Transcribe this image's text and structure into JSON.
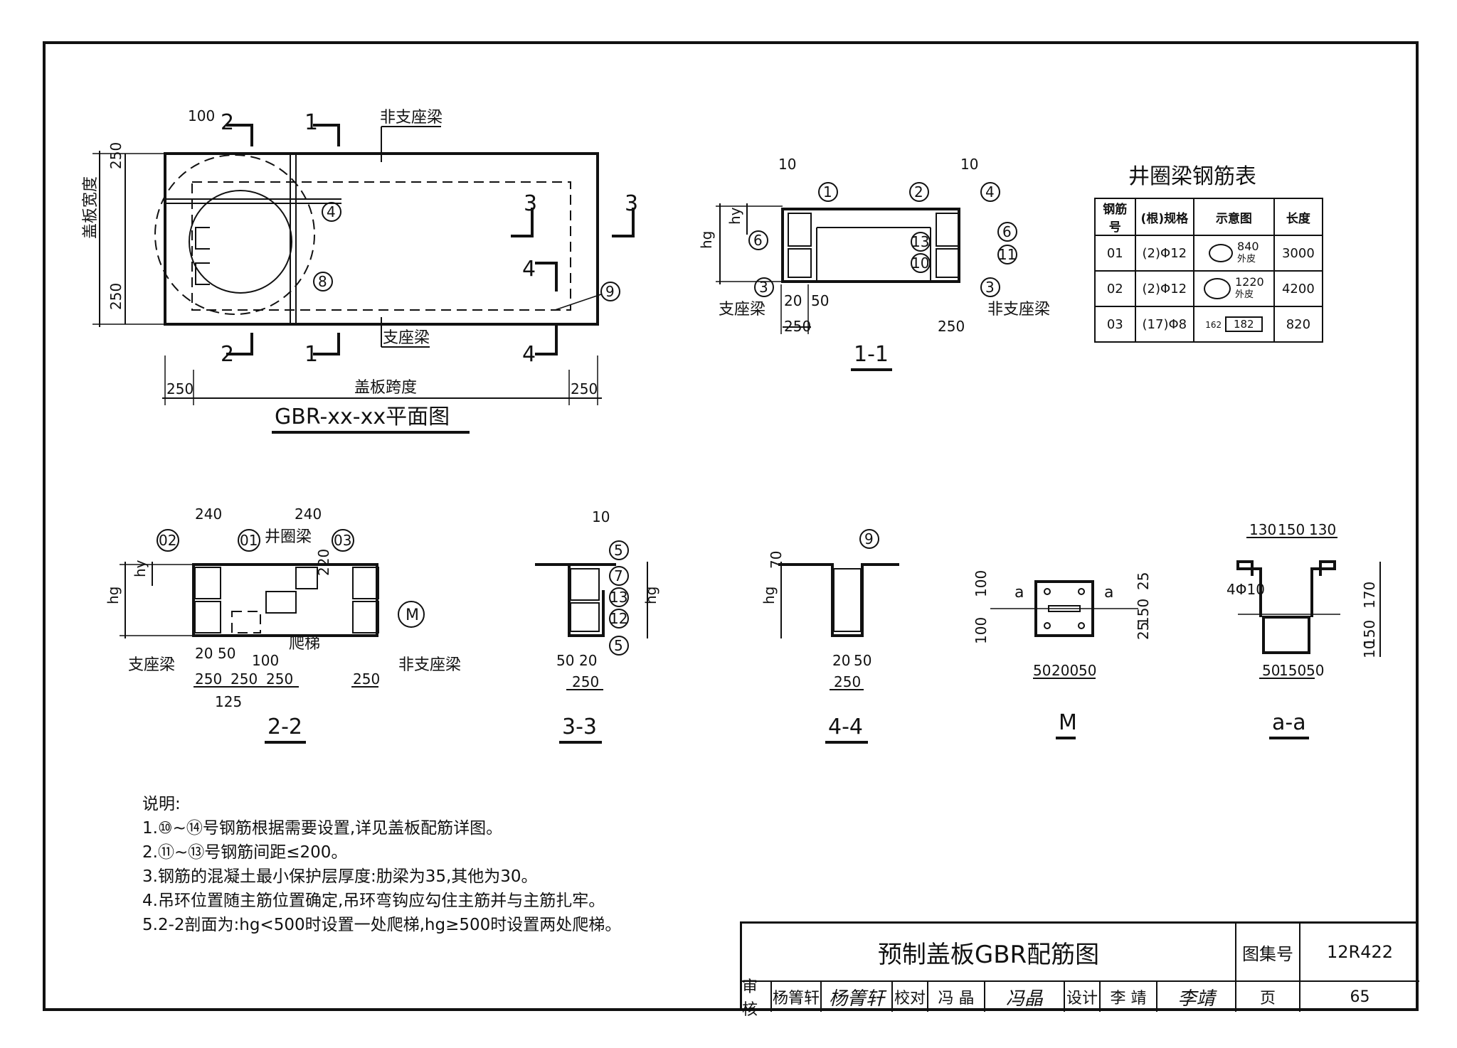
{
  "plan": {
    "title": "GBR-xx-xx平面图",
    "labels": {
      "non_support_beam": "非支座梁",
      "support_beam": "支座梁",
      "slab_width": "盖板宽度",
      "slab_span": "盖板跨度"
    },
    "dims": {
      "d100": "100",
      "d250": "250"
    },
    "section_marks": [
      "1",
      "2",
      "3",
      "4"
    ],
    "callouts": [
      "4",
      "8",
      "9"
    ]
  },
  "section_1_1": {
    "title": "1-1",
    "labels": {
      "support_beam": "支座梁",
      "non_support_beam": "非支座梁",
      "hg": "hg",
      "hy": "hy"
    },
    "dims": {
      "d10": "10",
      "d20": "20",
      "d50": "50",
      "d250": "250"
    },
    "callouts": [
      "1",
      "2",
      "3",
      "4",
      "6",
      "10",
      "11",
      "13"
    ]
  },
  "rebar_table": {
    "title": "井圈梁钢筋表",
    "headers": [
      "钢筋号",
      "(根)规格",
      "示意图",
      "长度"
    ],
    "rows": [
      {
        "id": "01",
        "spec": "(2)Φ12",
        "dim": "840",
        "note": "外皮",
        "length": "3000"
      },
      {
        "id": "02",
        "spec": "(2)Φ12",
        "dim": "1220",
        "note": "外皮",
        "length": "4200"
      },
      {
        "id": "03",
        "spec": "(17)Φ8",
        "dim": "182",
        "dim2": "162",
        "note": "",
        "length": "820"
      }
    ]
  },
  "section_2_2": {
    "title": "2-2",
    "labels": {
      "ring_beam": "井圈梁",
      "ladder": "爬梯",
      "support_beam": "支座梁",
      "non_support_beam": "非支座梁",
      "hg": "hg",
      "hy": "hy",
      "m": "M"
    },
    "dims": {
      "d240": "240",
      "d220": "220",
      "d20": "20",
      "d50": "50",
      "d100": "100",
      "d250": "250",
      "d125": "125"
    },
    "callouts": [
      "01",
      "02",
      "03"
    ]
  },
  "section_3_3": {
    "title": "3-3",
    "labels": {
      "hg": "hg"
    },
    "dims": {
      "d10": "10",
      "d20": "20",
      "d50": "50",
      "d250": "250"
    },
    "callouts": [
      "5",
      "7",
      "13",
      "12",
      "5"
    ]
  },
  "section_4_4": {
    "title": "4-4",
    "labels": {
      "hg": "hg"
    },
    "dims": {
      "d70": "70",
      "d20": "20",
      "d50": "50",
      "d250": "250"
    },
    "callouts": [
      "9"
    ]
  },
  "detail_m": {
    "title": "M",
    "labels": {
      "a": "a"
    },
    "dims": {
      "d100": "100",
      "d50": "50",
      "d200": "200",
      "d25": "25",
      "d150": "150"
    }
  },
  "detail_aa": {
    "title": "a-a",
    "labels": {
      "bars": "4Φ10"
    },
    "dims": {
      "d130": "130",
      "d150": "150",
      "d50": "50",
      "d170": "170",
      "d10": "10"
    }
  },
  "notes": {
    "heading": "说明:",
    "items": [
      "1.⑩~⑭号钢筋根据需要设置,详见盖板配筋详图。",
      "2.⑪~⑬号钢筋间距≤200。",
      "3.钢筋的混凝土最小保护层厚度:肋梁为35,其他为30。",
      "4.吊环位置随主筋位置确定,吊环弯钩应勾住主筋并与主筋扎牢。",
      "5.2-2剖面为:hg<500时设置一处爬梯,hg≥500时设置两处爬梯。"
    ]
  },
  "title_block": {
    "drawing_title": "预制盖板GBR配筋图",
    "atlas_label": "图集号",
    "atlas_no": "12R422",
    "page_label": "页",
    "page_no": "65",
    "review_label": "审核",
    "reviewer": "杨箐轩",
    "reviewer_sig": "杨箐轩",
    "check_label": "校对",
    "checker": "冯 晶",
    "checker_sig": "冯晶",
    "design_label": "设计",
    "designer": "李 靖",
    "designer_sig": "李靖"
  }
}
